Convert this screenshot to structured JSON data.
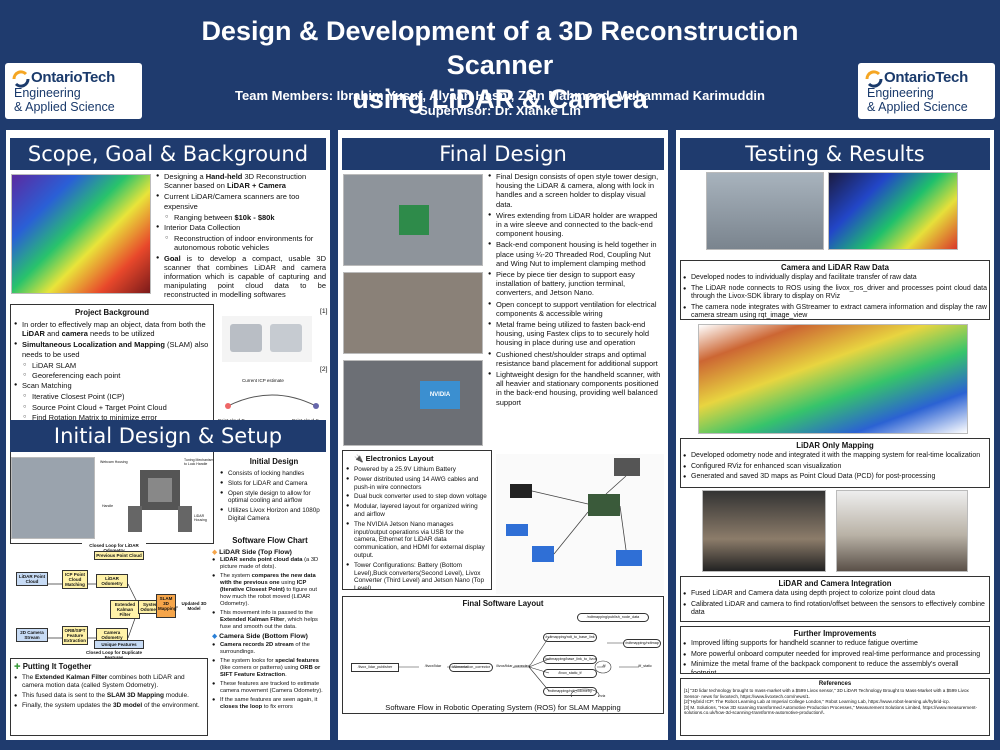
{
  "header": {
    "title_line1": "Design & Development of a 3D Reconstruction Scanner",
    "title_line2": "using LiDAR & Camera",
    "members": "Team Members: Ibrahim Yusuf, Alyaan Hasni, Zain Mahmood, Muhammad Karimuddin",
    "supervisor": "Supervisor: Dr. Xianke Lin",
    "logo_name": "OntarioTech",
    "logo_faculty_line1": "Engineering",
    "logo_faculty_line2": "& Applied Science"
  },
  "scope": {
    "heading": "Scope, Goal & Background",
    "bullets": [
      {
        "pre": "Designing a ",
        "bold": "Hand-held",
        "post": " 3D Reconstruction Scanner based on ",
        "bold2": "LiDAR + Camera"
      },
      {
        "text": "Current LiDAR/Camera scanners are too expensive"
      },
      {
        "pre": "Ranging between ",
        "bold": "$10k - $80k"
      },
      {
        "text": "Interior Data Collection"
      },
      {
        "text": "Reconstruction of indoor environments for autonomous robotic vehicles"
      },
      {
        "bold": "Goal",
        "post": " is to develop a compact, usable 3D scanner that combines LiDAR and camera information which is capable of capturing and manipulating point cloud data to be reconstructed in modelling softwares"
      }
    ],
    "background_title": "Project Background",
    "background_bullets": [
      {
        "pre": "In order to effectively map an object, data from both the ",
        "bold": "LiDAR",
        "mid": " and ",
        "bold2": "camera",
        "post": " needs to be utilized"
      },
      {
        "bold": "Simultaneous Localization and Mapping",
        "post": " (SLAM) also needs to be used"
      },
      {
        "text": "LiDAR SLAM"
      },
      {
        "text": "Georeferencing each point"
      },
      {
        "text": "Scan Matching"
      },
      {
        "text": "Iterative Closest Point (ICP)"
      },
      {
        "text": "Source Point Cloud + Target Point Cloud"
      },
      {
        "text": "Find Rotation Matrix to minimize error"
      }
    ],
    "ref1": "[1]",
    "ref2": "[2]",
    "icp_label": "Current ICP estimate",
    "pc_d": "Point cloud D",
    "pc_c": "Point cloud C"
  },
  "initial": {
    "heading": "Initial Design & Setup",
    "design_title": "Initial Design",
    "design_bullets": [
      "Consists of locking handles",
      "Slots for LiDAR and Camera",
      "Open style design to allow for optimal cooling and airflow",
      "Utilizes Livox Horizon and 1080p Digital Camera"
    ],
    "flow_title": "Software Flow Chart",
    "lidar_side_title": "LiDAR Side (Top Flow)",
    "lidar_side": [
      {
        "bold": "LiDAR sends point cloud data",
        "post": " (a 3D picture made of dots)."
      },
      {
        "pre": "The system ",
        "bold": "compares the new data with the previous one",
        "post": " using ",
        "bold2": "ICP (Iterative Closest Point)",
        "post2": " to figure out how much the robot moved (LiDAR Odometry)."
      },
      {
        "pre": "This movement info is passed to the ",
        "bold": "Extended Kalman Filter",
        "post": ", which helps fuse and smooth out the data."
      }
    ],
    "camera_side_title": "Camera Side (Bottom Flow)",
    "camera_side": [
      {
        "bold": "Camera records 2D stream",
        "post": " of the surroundings."
      },
      {
        "pre": "The system looks for ",
        "bold": "special features",
        "post": " (like corners or patterns) using ",
        "bold2": "ORB or SIFT Feature Extraction",
        "post2": "."
      },
      {
        "text": "These features are tracked to estimate camera movement (Camera Odometry)."
      },
      {
        "pre": "If the same features are seen again, it ",
        "bold": "closes the loop",
        "post": " to fix errors"
      }
    ],
    "together_title": "Putting It Together",
    "together": [
      {
        "pre": "The ",
        "bold": "Extended Kalman Filter",
        "post": " combines both LiDAR and camera motion data (called System Odometry)."
      },
      {
        "pre": "This fused data is sent to the ",
        "bold": "SLAM 3D Mapping",
        "post": " module."
      },
      {
        "pre": "Finally, the system updates the ",
        "bold": "3D model",
        "post": " of the environment."
      }
    ],
    "cad_labels": [
      "Webcam Housing",
      "Tuning Mechanism to Lock Handle",
      "Handle",
      "LiDAR Housing"
    ],
    "fc": {
      "closed_loop_lidar": "Closed Loop for LiDAR Odometry",
      "prev_point_cloud": "Previous Point Cloud",
      "lidar_point_cloud": "LiDAR Point Cloud",
      "icp_point_cloud": "ICP Point Cloud Matching",
      "lidar_odometry": "LiDAR Odometry",
      "ekf": "Extended Kalman Filter",
      "system_odometry": "System Odometry",
      "slam_3d": "SLAM 3D Mapping",
      "updated_3d": "Updated 3D Model",
      "camera_stream": "2D Camera Stream",
      "orb_sift": "ORB/SIFT Feature Extraction",
      "camera_odometry": "Camera Odometry",
      "unique_features": "Unique Features",
      "closed_loop_dup": "Closed Loop for Duplicate Features"
    }
  },
  "final": {
    "heading": "Final Design",
    "bullets": [
      "Final Design consists of open style tower design, housing the LiDAR & camera, along with lock in handles and a screen holder to display visual data.",
      "Wires extending from LiDAR holder are wrapped in a wire sleeve and connected to the back-end component housing.",
      "Back-end component housing is held together in place using ¼-20 Threaded Rod, Coupling Nut and Wing Nut to implement clamping method",
      "Piece by piece tier design to support easy installation of battery, junction terminal, converters, and Jetson Nano.",
      "Open concept to support ventilation for electrical components & accessible wiring",
      "Metal frame being utilized to fasten back-end housing, using Fastex clips to to securely hold housing in place during use and operation",
      "Cushioned chest/shoulder straps and optimal resistance band placement for additional support",
      "Lightweight design for the handheld scanner, with all heavier and stationary components positioned in the back-end housing, providing well balanced support"
    ],
    "nvidia_label": "NVIDIA",
    "electronics_title": "Electronics Layout",
    "electronics": [
      "Powered by a 25.9V Lithium Battery",
      "Power distributed using 14 AWG cables and push-in wire connectors",
      "Dual buck converter used to step down voltage",
      "Modular, layered layout for organized wiring and airflow",
      "The NVIDIA Jetson Nano manages input/output operations via USB for the camera, Ethernet for LiDAR data communication, and HDMI for external display output.",
      "Tower Configurations: Battery (Bottom Level),Buck converters(Second Level), Livox Converter (Third Level) and Jetson Nano (Top Level)"
    ],
    "software_title": "Final Software Layout",
    "software_caption": "Software Flow in Robotic Operating System (ROS) for SLAM Mapping",
    "ros_nodes": [
      "/livox_lidar_publisher",
      "/livox/lidar",
      "/Alimentation_corrector",
      "/livox/lidar_corrected",
      "/ndtmapping/ndt_to_base_link",
      "/ndtmapping/base_link_to_livox",
      "/livox_static_tf",
      "/ndtmapping/ndt_odometry",
      "/ndtmapping/publish_node_data",
      "/ndtmapping/ndtmap",
      "/tf",
      "/tf_static",
      "/rviz"
    ]
  },
  "testing": {
    "heading": "Testing & Results",
    "raw_title": "Camera and LiDAR Raw Data",
    "raw_bullets": [
      "Developed nodes to individually display and facilitate transfer of raw data",
      "The LiDAR node connects to ROS using the livox_ros_driver and processes point cloud data through the Livox-SDK library to display on RViz",
      "The camera node integrates with GStreamer to extract camera information and display the raw camera stream using rqt_image_view"
    ],
    "lidar_only_title": "LiDAR Only Mapping",
    "lidar_only": [
      "Developed odometry node and integrated it with the mapping system for real-time localization",
      "Configured RViz for enhanced scan visualization",
      "Generated and saved 3D maps as Point Cloud Data (PCD) for post-processing"
    ],
    "integration_title": "LiDAR and Camera Integration",
    "integration": [
      "Fused LiDAR and Camera data using depth project to colorize point cloud data",
      "Calibrated LiDAR and camera to find rotation/offset between the sensors to effectively combine data"
    ],
    "improvements_title": "Further Improvements",
    "improvements": [
      "Improved lifting supports for handheld scanner to reduce fatigue overtime",
      "More powerful onboard computer needed for improved real-time performance and processing",
      "Minimize the metal frame of the backpack component to reduce the assembly's overall footprint."
    ],
    "references_title": "References",
    "references": [
      "[1] \"3D lidar technology brought to mass-market with a $599 Livox sensor,\" 3D LiDAR Technology Brought to Mass-Market with a $599 Livox Sensor- news for livoxtech, https://www.livoxtech.com/news/1.",
      "[2]\"Hybrid ICP: The Robot Learning Lab at Imperial College London,\" Robot Learning Lab, https://www.robot-learning.uk/hybrid-icp.",
      "[3] M. Solutions, \"How 3D scanning transformed Automotive Production Processes,\" Measurement Solutions Limited, https://www.measurement-solutions.co.uk/how-3d-scanning-transforms-automotive-production/\\."
    ]
  },
  "colors": {
    "navy": "#1f3b6e",
    "flow_yellow": "#fff2a8",
    "flow_blue": "#c7dbf5",
    "flow_orange": "#f5a54a"
  },
  "icons": {
    "electronics": "plug-icon",
    "together": "puzzle-icon",
    "lidar_side": "diamond-icon",
    "camera_side": "diamond-icon"
  }
}
